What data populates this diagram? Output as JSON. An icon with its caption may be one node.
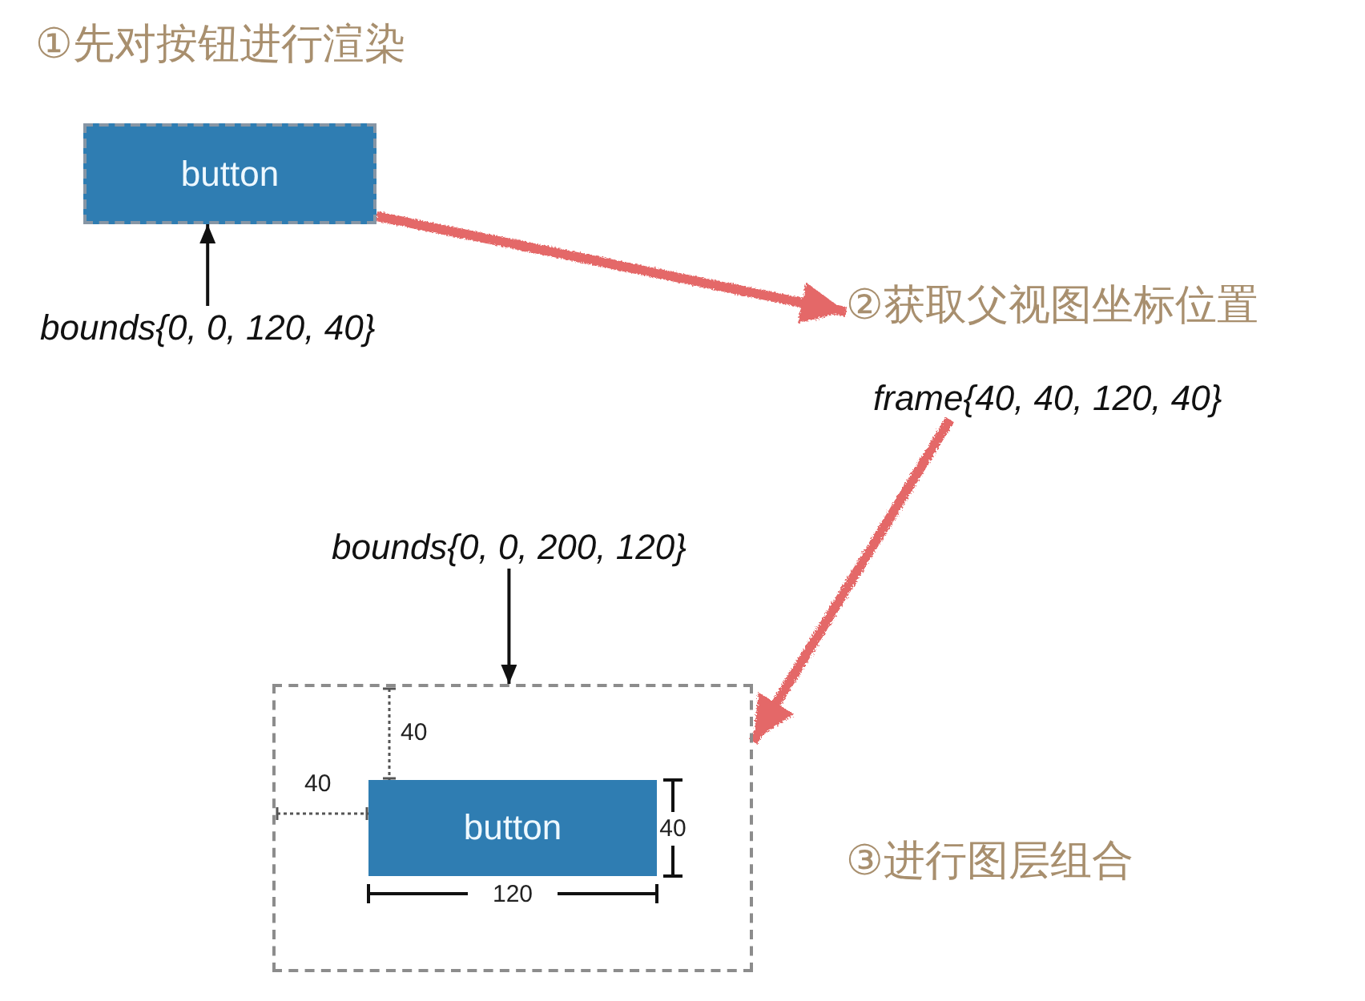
{
  "diagram": {
    "nodes": [
      {
        "text": [
          "button"
        ]
      },
      {
        "text": [
          "bounds{0, 0, 120, 40}"
        ]
      },
      {
        "text": [
          "②获取父视图坐标位置"
        ]
      },
      {
        "text": [
          "frame{40, 40, 120, 40}"
        ]
      },
      {
        "text": [
          "bounds{0, 0, 200, 120}"
        ]
      },
      {
        "text": [],
        "shape": "box"
      },
      {
        "text": [
          "button"
        ],
        "in": 5
      }
    ],
    "edges": [
      {
        "from": 1,
        "to": 0,
        "arrow": "to"
      },
      {
        "from": 0,
        "to": 2,
        "arrow": "to",
        "style": "thick",
        "color": "#e25b5b"
      },
      {
        "from": 3,
        "to": 5,
        "arrow": "to",
        "style": "thick",
        "color": "#e25b5b"
      },
      {
        "from": 4,
        "to": 5,
        "arrow": "to"
      }
    ],
    "labels": [
      "①先对按钮进行渲染",
      "40",
      "40",
      "40",
      "120",
      "③进行图层组合"
    ]
  }
}
